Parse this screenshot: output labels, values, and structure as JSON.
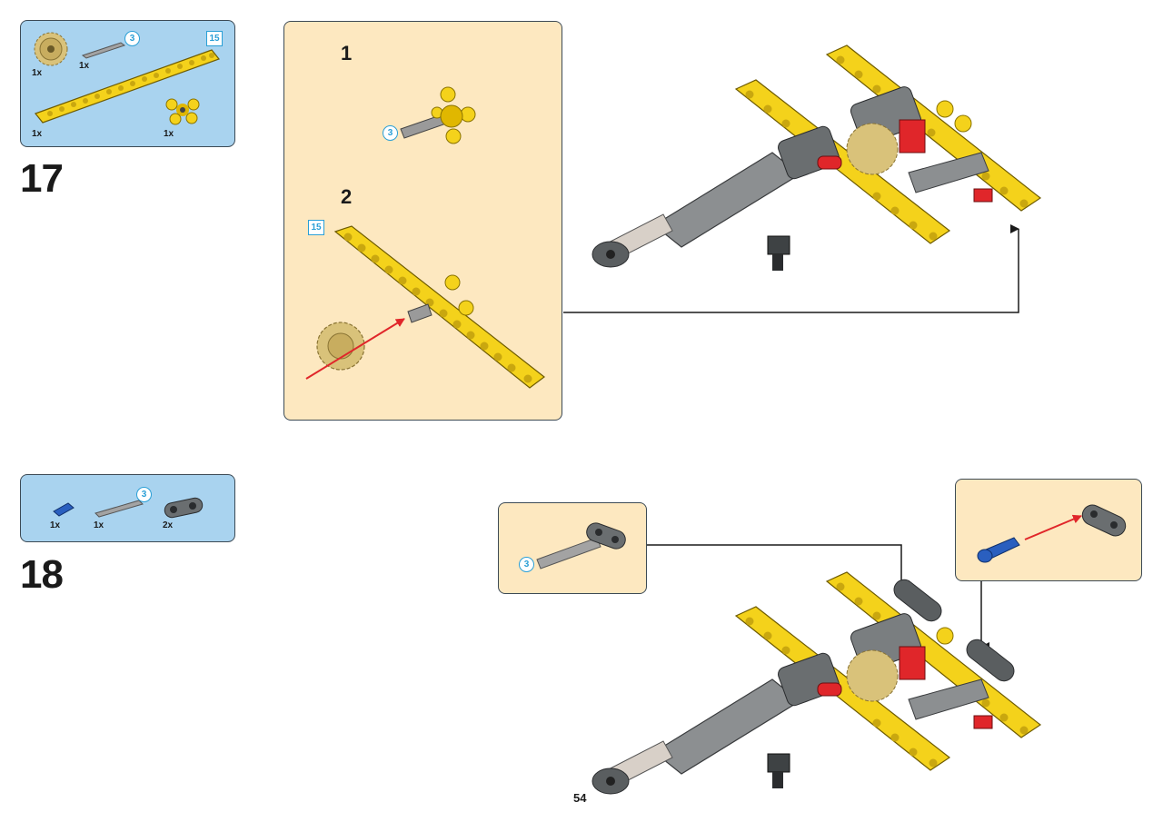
{
  "step17": {
    "number": "17",
    "parts": [
      {
        "icon": "gear-icon",
        "qty": "1x"
      },
      {
        "icon": "axle-icon",
        "qty": "1x",
        "length": "3"
      },
      {
        "icon": "beam-icon",
        "qty": "1x",
        "length": "15"
      },
      {
        "icon": "connector-icon",
        "qty": "1x"
      }
    ],
    "substeps": [
      {
        "number": "1",
        "axle_length": "3"
      },
      {
        "number": "2",
        "beam_length": "15"
      }
    ]
  },
  "step18": {
    "number": "18",
    "parts": [
      {
        "icon": "pin-icon",
        "qty": "1x"
      },
      {
        "icon": "axle-icon",
        "qty": "1x",
        "length": "3"
      },
      {
        "icon": "liftarm-icon",
        "qty": "2x"
      }
    ],
    "callouts": [
      {
        "axle_length": "3"
      },
      {}
    ]
  },
  "page_number": "54",
  "colors": {
    "parts_box": "#a9d3ef",
    "substep_box": "#fde8c0",
    "beam_yellow": "#f4d21b",
    "gear_tan": "#d9c27a",
    "axle_gray": "#9a9a9a",
    "dark_gray": "#5a5e60",
    "arrow_red": "#e0262a",
    "pin_blue": "#2a5fbf",
    "length_blue": "#2a9fd6"
  }
}
